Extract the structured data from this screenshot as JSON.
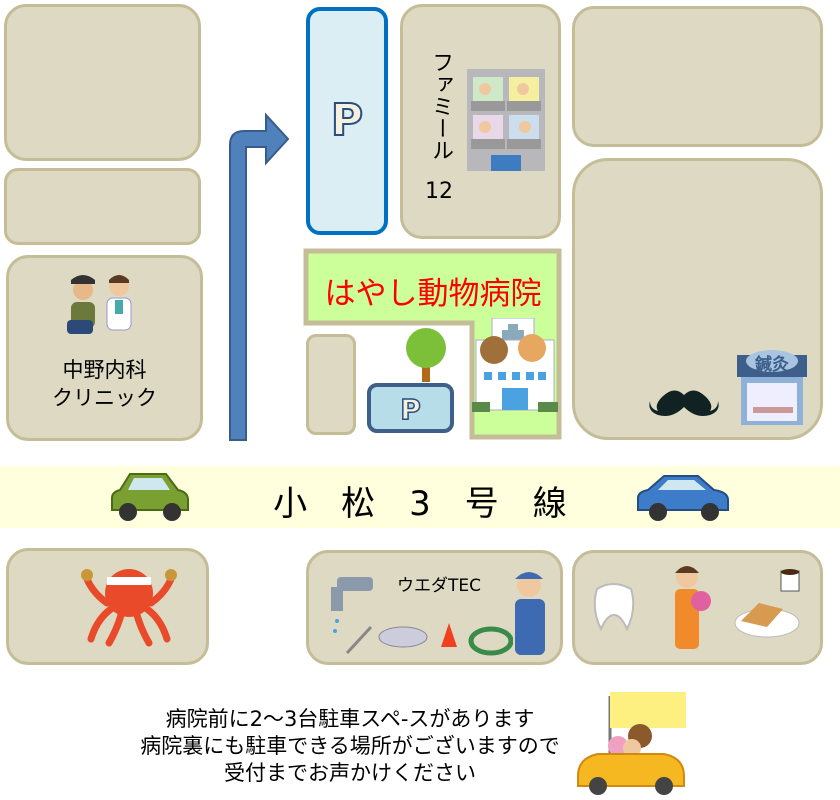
{
  "colors": {
    "block": "#ddd9c3",
    "block_border": "#c4bd97",
    "parking_border": "#0070c0",
    "parking_fill": "#dbeef4",
    "hospital_fill": "#ccff99",
    "hospital_text": "#ff0000",
    "road": "#ffffdd",
    "arrow": "#4f81bd"
  },
  "map": {
    "parking_large": "P",
    "parking_small": "P",
    "apartment": {
      "name_kana": "ファミール",
      "name_num": "12",
      "icon": "apartment-building-icon"
    },
    "hospital": {
      "name": "はやし動物病院",
      "icon": "animal-hospital-icon"
    },
    "clinic": {
      "line1": "中野内科",
      "line2": "クリニック",
      "icon": "doctor-patient-icon"
    },
    "acupuncture": {
      "sign": "鍼灸",
      "icon": "acupuncture-shop-icon"
    },
    "road": {
      "name": "小　松　3　号　線"
    },
    "ueda": {
      "name": "ウエダTEC",
      "icon": "plumber-icon"
    },
    "octopus": {
      "icon": "octopus-icon"
    },
    "dental_florist_cafe": {
      "icons": [
        "tooth-icon",
        "florist-icon",
        "coffee-toast-icon"
      ]
    }
  },
  "notice": {
    "line1": "病院前に2～3台駐車スペ-スがあります",
    "line2": "病院裏にも駐車できる場所がございますので",
    "line3": "受付までお声かけください"
  }
}
